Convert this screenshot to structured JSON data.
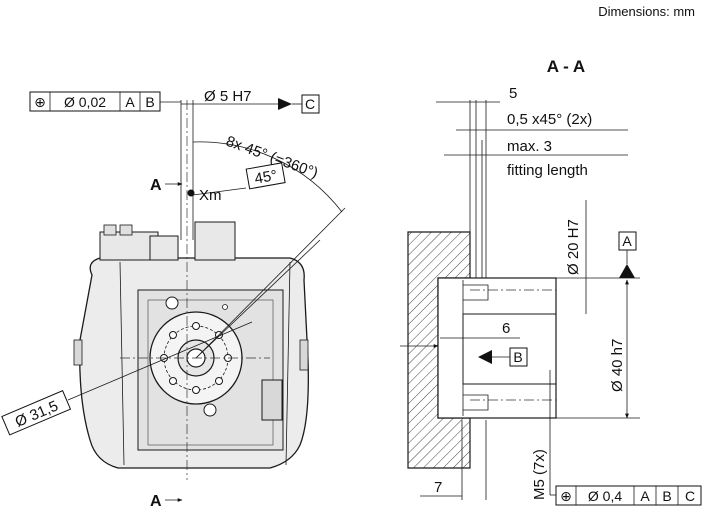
{
  "header": {
    "units_note": "Dimensions: mm"
  },
  "left_view": {
    "tolerance_frame": {
      "symbol": "⊕",
      "value": "Ø 0,02",
      "datums": [
        "A",
        "B"
      ]
    },
    "bore": {
      "label": "Ø 5 H7",
      "datum": "C"
    },
    "angle_pattern": "8x 45° (=360°)",
    "angle_box": "45°",
    "xm_label": "Xm",
    "section_marker": "A",
    "diameter_label": "Ø 31,5"
  },
  "section_view": {
    "title": "A - A",
    "dim_5": "5",
    "chamfer": "0,5 x45° (2x)",
    "max_length": "max. 3",
    "fitting_length": "fitting length",
    "bore_dia": "Ø 20 H7",
    "datum_a": "A",
    "outer_dia": "Ø 40 h7",
    "dim_6": "6",
    "datum_b": "B",
    "thread": "M5 (7x)",
    "dim_7": "7",
    "bottom_frame": {
      "symbol": "⊕",
      "value": "Ø 0,4",
      "datums": [
        "A",
        "B",
        "C"
      ]
    }
  },
  "colors": {
    "line": "#1a1a1a",
    "hatch": "#444444",
    "body_fill": "#ececec"
  }
}
